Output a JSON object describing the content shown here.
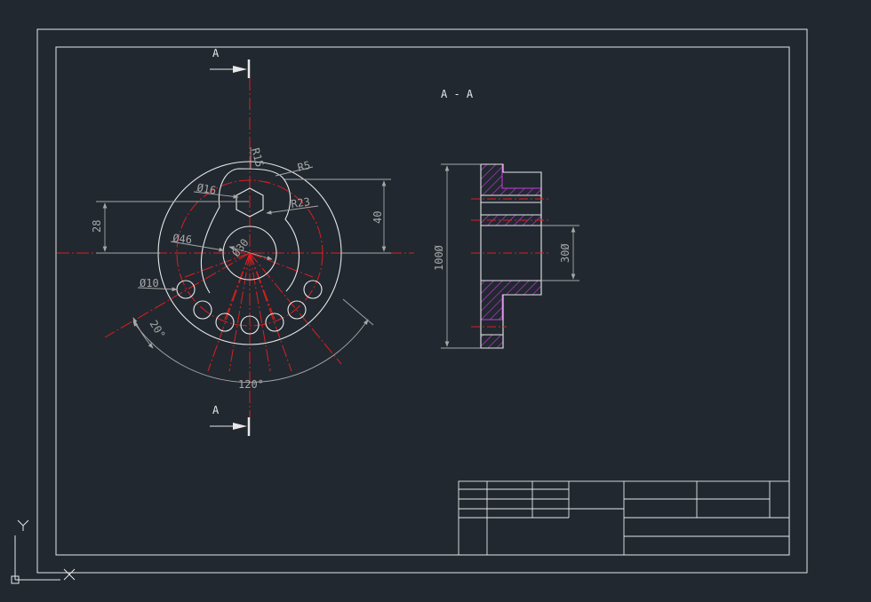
{
  "colors": {
    "background": "#212830",
    "line": "#e8e8e8",
    "dimension": "#a7a7a7",
    "centerline": "#e01e1e",
    "hatch": "#c63bd8"
  },
  "section": {
    "label_top": "A",
    "label_bottom": "A",
    "view_title": "A - A"
  },
  "dimensions": {
    "r15": "R15",
    "r5": "R5",
    "d16": "Ø16",
    "r23": "R23",
    "h28": "28",
    "h40": "40",
    "d46": "Ø46",
    "d30": "Ø30",
    "d10": "Ø10",
    "a20": "20°",
    "a120": "120°",
    "d100": "100Ø",
    "d30b": "30Ø"
  },
  "ucs": {
    "x_axis": "X",
    "y_axis": "Y"
  }
}
